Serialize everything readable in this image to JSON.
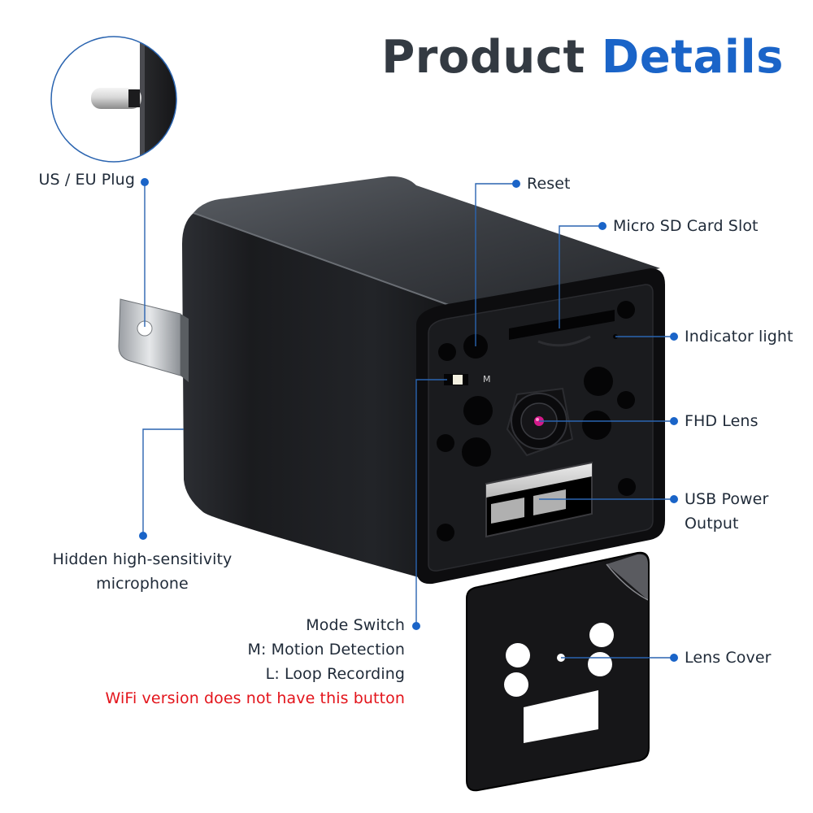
{
  "title": {
    "part1": "Product",
    "part2": "Details"
  },
  "labels": {
    "plug": "US / EU Plug",
    "reset": "Reset",
    "sd_slot": "Micro SD Card Slot",
    "indicator": "Indicator light",
    "lens": "FHD Lens",
    "usb_line1": "USB Power",
    "usb_line2": "Output",
    "mic_line1": "Hidden high-sensitivity",
    "mic_line2": "microphone",
    "mode_line1": "Mode Switch",
    "mode_line2": "M: Motion Detection",
    "mode_line3": "L: Loop Recording",
    "mode_warning": "WiFi version does not have this button",
    "lens_cover": "Lens Cover",
    "switch_mark": "M"
  },
  "colors": {
    "accent": "#1a64c8",
    "text": "#1f2a38",
    "warning": "#e3141b",
    "title_dark": "#333a42"
  }
}
